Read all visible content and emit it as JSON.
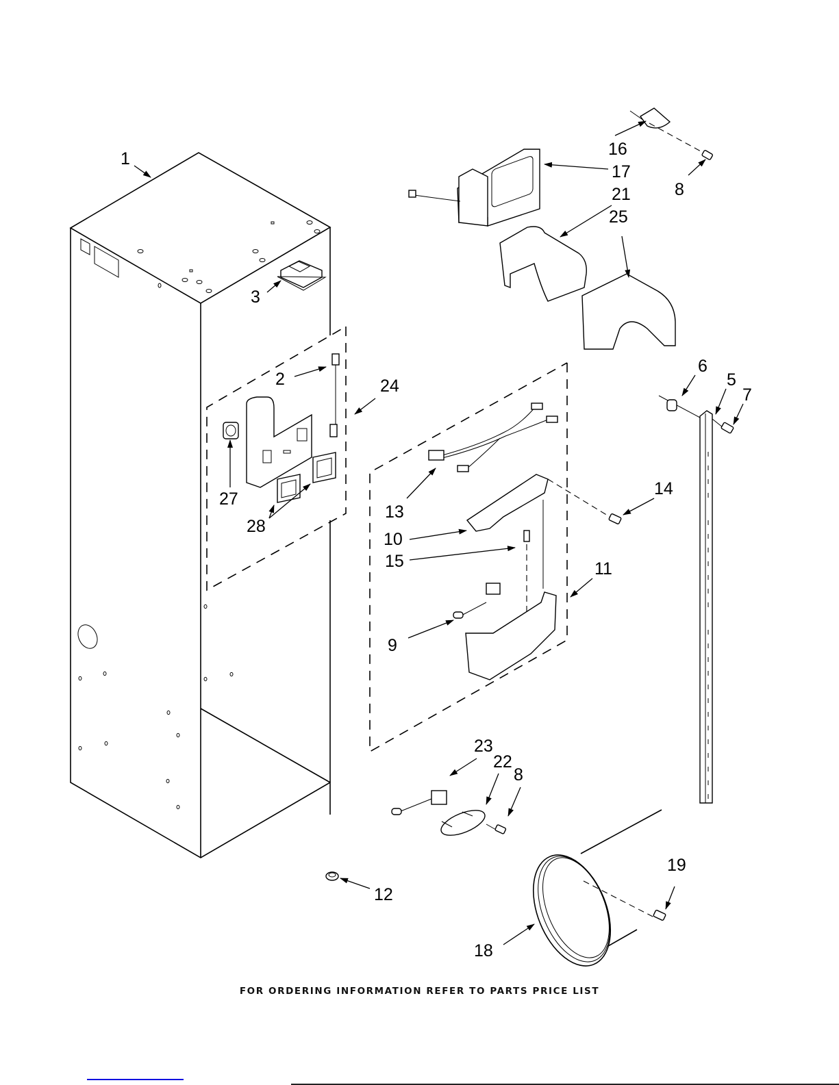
{
  "diagram": {
    "type": "exploded-parts-diagram",
    "subject": "refrigerator liner / cabinet parts",
    "callouts": [
      {
        "id": "c1",
        "label": "1"
      },
      {
        "id": "c2",
        "label": "2"
      },
      {
        "id": "c3",
        "label": "3"
      },
      {
        "id": "c5",
        "label": "5"
      },
      {
        "id": "c6",
        "label": "6"
      },
      {
        "id": "c7",
        "label": "7"
      },
      {
        "id": "c8a",
        "label": "8"
      },
      {
        "id": "c8b",
        "label": "8"
      },
      {
        "id": "c9",
        "label": "9"
      },
      {
        "id": "c10",
        "label": "10"
      },
      {
        "id": "c11",
        "label": "11"
      },
      {
        "id": "c12",
        "label": "12"
      },
      {
        "id": "c13",
        "label": "13"
      },
      {
        "id": "c14",
        "label": "14"
      },
      {
        "id": "c15",
        "label": "15"
      },
      {
        "id": "c16",
        "label": "16"
      },
      {
        "id": "c17",
        "label": "17"
      },
      {
        "id": "c18",
        "label": "18"
      },
      {
        "id": "c19",
        "label": "19"
      },
      {
        "id": "c21",
        "label": "21"
      },
      {
        "id": "c22",
        "label": "22"
      },
      {
        "id": "c23",
        "label": "23"
      },
      {
        "id": "c24",
        "label": "24"
      },
      {
        "id": "c25",
        "label": "25"
      },
      {
        "id": "c27",
        "label": "27"
      },
      {
        "id": "c28",
        "label": "28"
      }
    ]
  },
  "footer": {
    "text": "FOR ORDERING INFORMATION REFER TO PARTS PRICE LIST"
  },
  "colors": {
    "line": "#000000",
    "background": "#ffffff",
    "link_bar": "#1010e0"
  }
}
